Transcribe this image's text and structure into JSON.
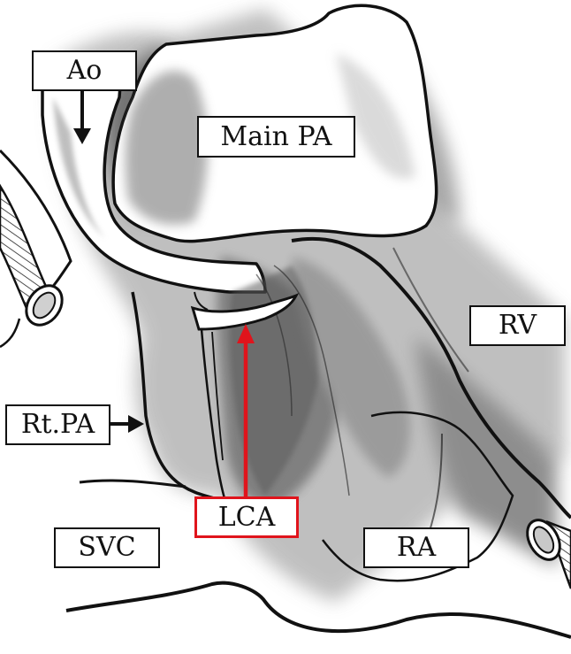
{
  "labels": {
    "ao": "Ao",
    "main_pa": "Main PA",
    "rv": "RV",
    "rt_pa": "Rt.PA",
    "lca": "LCA",
    "svc": "SVC",
    "ra": "RA"
  },
  "colors": {
    "outline": "#111111",
    "highlight": "#e0141c",
    "shade": "#6e6e6e",
    "background": "#ffffff"
  }
}
